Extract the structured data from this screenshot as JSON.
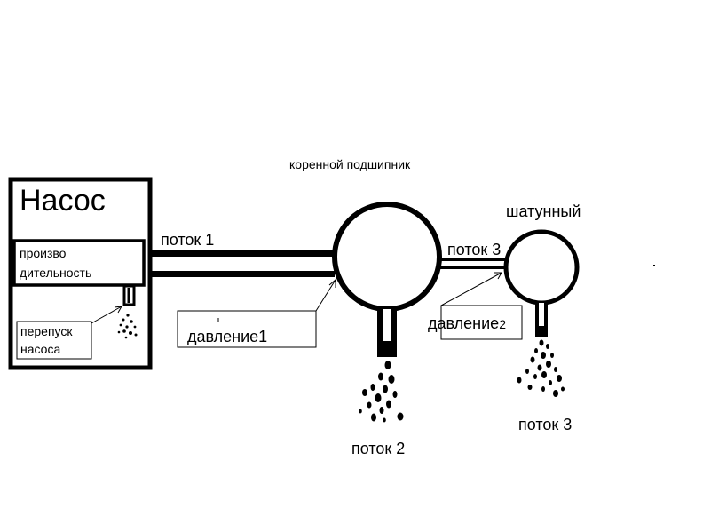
{
  "labels": {
    "main_bearing": "коренной подшипник",
    "pump_title": "Насос",
    "performance_line1": "произво",
    "performance_line2": "дительность",
    "bypass_line1": "перепуск",
    "bypass_line2": "насоса",
    "flow1": "поток 1",
    "pressure1": "давление1",
    "flow2": "поток 2",
    "flow3_pipe": "поток 3",
    "pressure2_text": "давление",
    "pressure2_sub": "2",
    "conrod_bearing": "шатунный",
    "flow3_bottom": "поток 3"
  },
  "colors": {
    "stroke": "#000000",
    "background": "#ffffff"
  }
}
